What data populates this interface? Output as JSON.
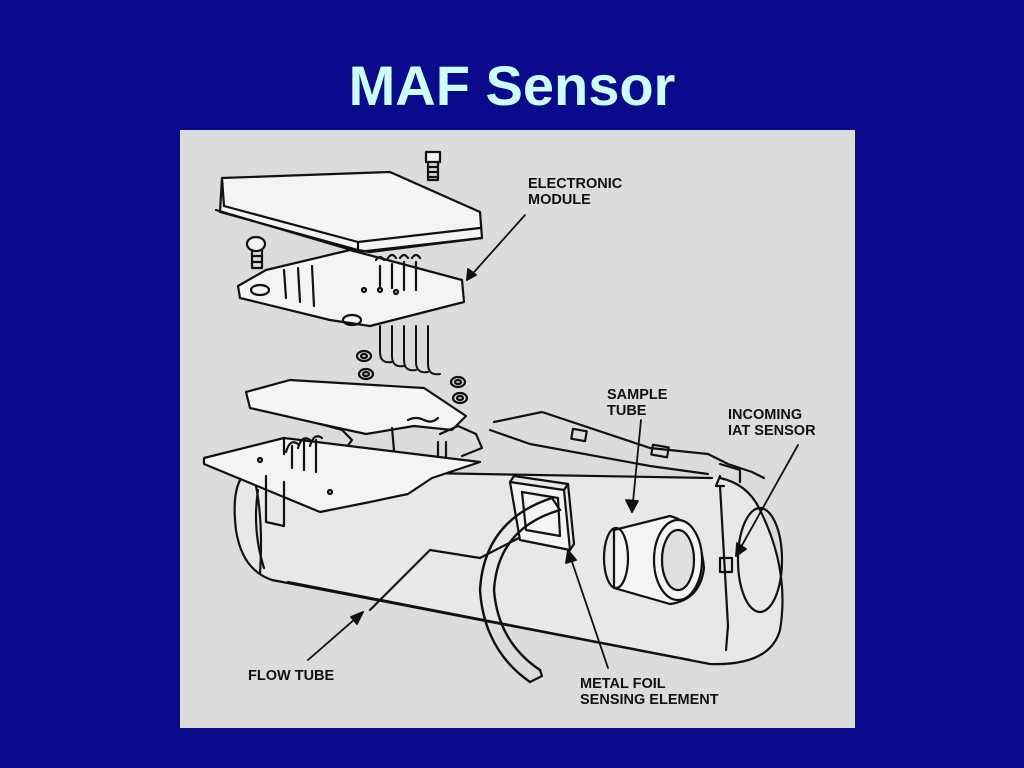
{
  "slide": {
    "title": "MAF Sensor",
    "background_color": "#0a0a8c",
    "title_color": "#ccffff"
  },
  "diagram": {
    "panel_color": "#dcdcdc",
    "callouts": {
      "electronic_module": [
        "ELECTRONIC",
        "MODULE"
      ],
      "sample_tube": [
        "SAMPLE",
        "TUBE"
      ],
      "incoming_iat_sensor": [
        "INCOMING",
        "IAT SENSOR"
      ],
      "flow_tube": [
        "FLOW TUBE"
      ],
      "metal_foil_sensing_element": [
        "METAL FOIL",
        "SENSING ELEMENT"
      ]
    }
  }
}
